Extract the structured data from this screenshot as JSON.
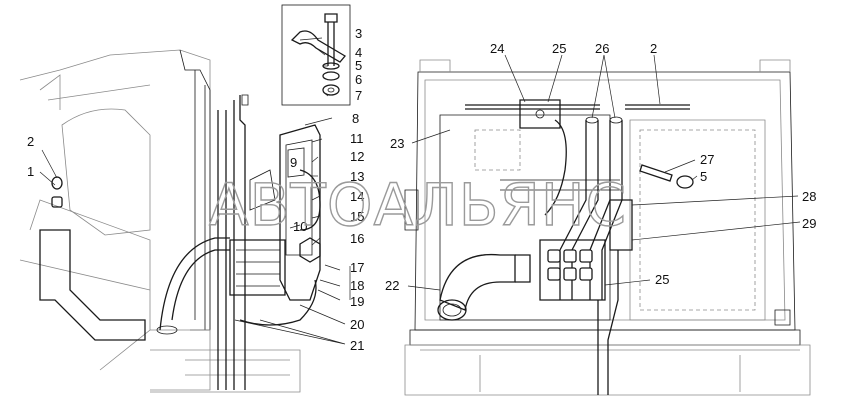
{
  "watermark": "АВТОАЛЬЯНС",
  "callouts": {
    "c1": "1",
    "c2a": "2",
    "c2b": "2",
    "c3": "3",
    "c4": "4",
    "c5a": "5",
    "c5b": "5",
    "c6": "6",
    "c7": "7",
    "c8": "8",
    "c9": "9",
    "c10": "10",
    "c11": "11",
    "c12": "12",
    "c13": "13",
    "c14": "14",
    "c15": "15",
    "c16": "16",
    "c17": "17",
    "c18": "18",
    "c19": "19",
    "c20": "20",
    "c21": "21",
    "c22": "22",
    "c23": "23",
    "c24": "24",
    "c25a": "25",
    "c25b": "25",
    "c26": "26",
    "c27": "27",
    "c28": "28",
    "c29": "29"
  }
}
